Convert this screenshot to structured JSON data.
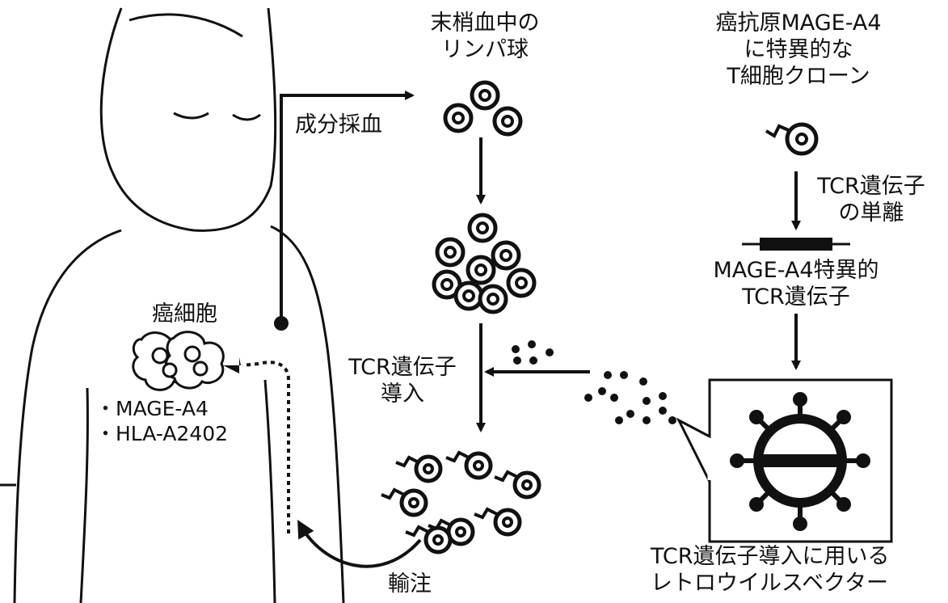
{
  "labels": {
    "peripheral_lymphocytes": [
      "末梢血中の",
      "リンパ球"
    ],
    "apheresis": "成分採血",
    "tcell_clone": [
      "癌抗原MAGE-A4",
      "に特異的な",
      "T細胞クローン"
    ],
    "tcr_isolation": [
      "TCR遺伝子",
      "の単離"
    ],
    "mage_tcr_gene": [
      "MAGE-A4特異的",
      "TCR遺伝子"
    ],
    "cancer_cells": "癌細胞",
    "antigens": [
      "・MAGE-A4",
      "・HLA-A2402"
    ],
    "tcr_transduction": [
      "TCR遺伝子",
      "導入"
    ],
    "infusion": "輸注",
    "retrovirus_vector": [
      "TCR遺伝子導入に用いる",
      "レトロウイルスベクター"
    ]
  },
  "colors": {
    "ink": "#111111",
    "paper": "#ffffff"
  }
}
